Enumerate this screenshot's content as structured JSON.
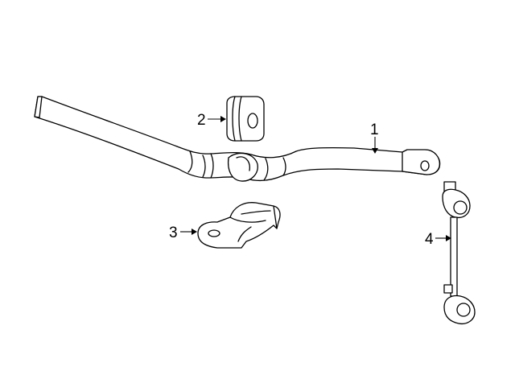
{
  "callouts": [
    {
      "id": "1",
      "label": "1"
    },
    {
      "id": "2",
      "label": "2"
    },
    {
      "id": "3",
      "label": "3"
    },
    {
      "id": "4",
      "label": "4"
    }
  ],
  "colors": {
    "line": "#000000",
    "fill": "#ffffff"
  }
}
